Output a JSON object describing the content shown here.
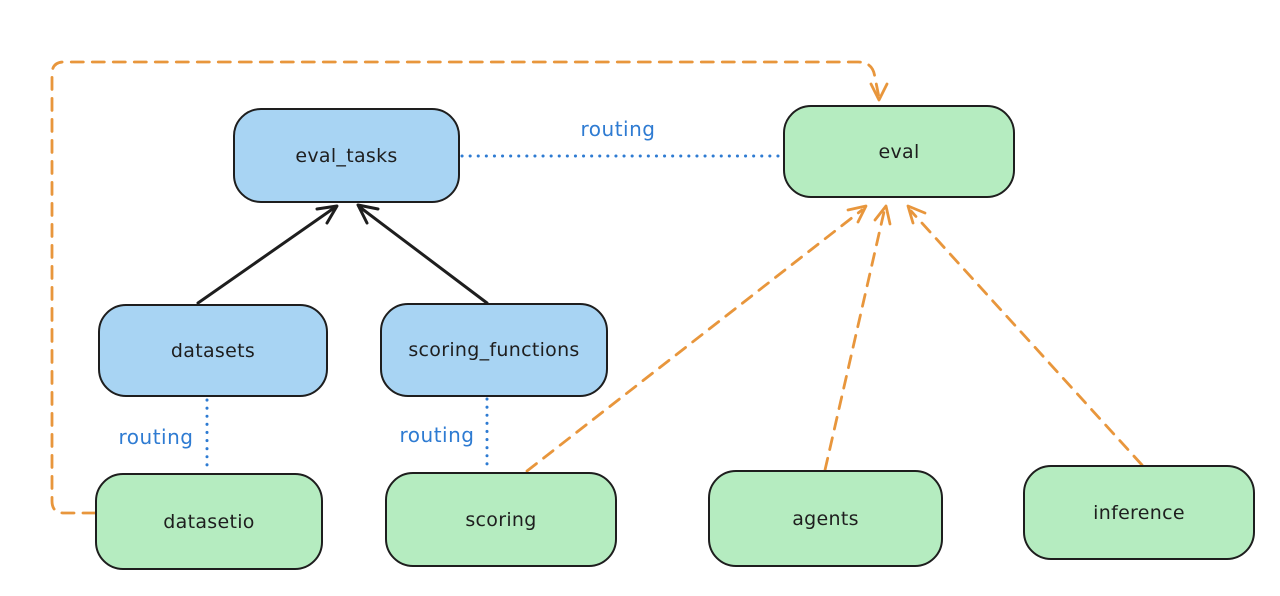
{
  "diagram_title": "",
  "colors": {
    "blue_fill": "#a8d4f3",
    "green_fill": "#b5ecc0",
    "stroke": "#1e1e1e",
    "orange": "#e8963c",
    "routing_blue": "#2e7bd2",
    "bg": "#ffffff"
  },
  "nodes": {
    "eval_tasks": {
      "label": "eval_tasks",
      "fill": "blue"
    },
    "eval": {
      "label": "eval",
      "fill": "green"
    },
    "datasets": {
      "label": "datasets",
      "fill": "blue"
    },
    "scoring_functions": {
      "label": "scoring_functions",
      "fill": "blue"
    },
    "datasetio": {
      "label": "datasetio",
      "fill": "green"
    },
    "scoring": {
      "label": "scoring",
      "fill": "green"
    },
    "agents": {
      "label": "agents",
      "fill": "green"
    },
    "inference": {
      "label": "inference",
      "fill": "green"
    }
  },
  "edge_labels": {
    "eval_tasks_eval": "routing",
    "datasets_datasetio": "routing",
    "scoring_functions_scoring": "routing"
  },
  "edges": [
    {
      "from": "datasets",
      "to": "eval_tasks",
      "style": "solid-arrow",
      "color": "black"
    },
    {
      "from": "scoring_functions",
      "to": "eval_tasks",
      "style": "solid-arrow",
      "color": "black"
    },
    {
      "from": "eval_tasks",
      "to": "eval",
      "style": "dotted",
      "color": "blue",
      "label": "routing"
    },
    {
      "from": "datasets",
      "to": "datasetio",
      "style": "dotted",
      "color": "blue",
      "label": "routing"
    },
    {
      "from": "scoring_functions",
      "to": "scoring",
      "style": "dotted",
      "color": "blue",
      "label": "routing"
    },
    {
      "from": "datasetio",
      "to": "eval",
      "style": "dashed-arrow",
      "color": "orange",
      "route": "around-left-and-top"
    },
    {
      "from": "scoring",
      "to": "eval",
      "style": "dashed-arrow",
      "color": "orange"
    },
    {
      "from": "agents",
      "to": "eval",
      "style": "dashed-arrow",
      "color": "orange"
    },
    {
      "from": "inference",
      "to": "eval",
      "style": "dashed-arrow",
      "color": "orange"
    }
  ]
}
